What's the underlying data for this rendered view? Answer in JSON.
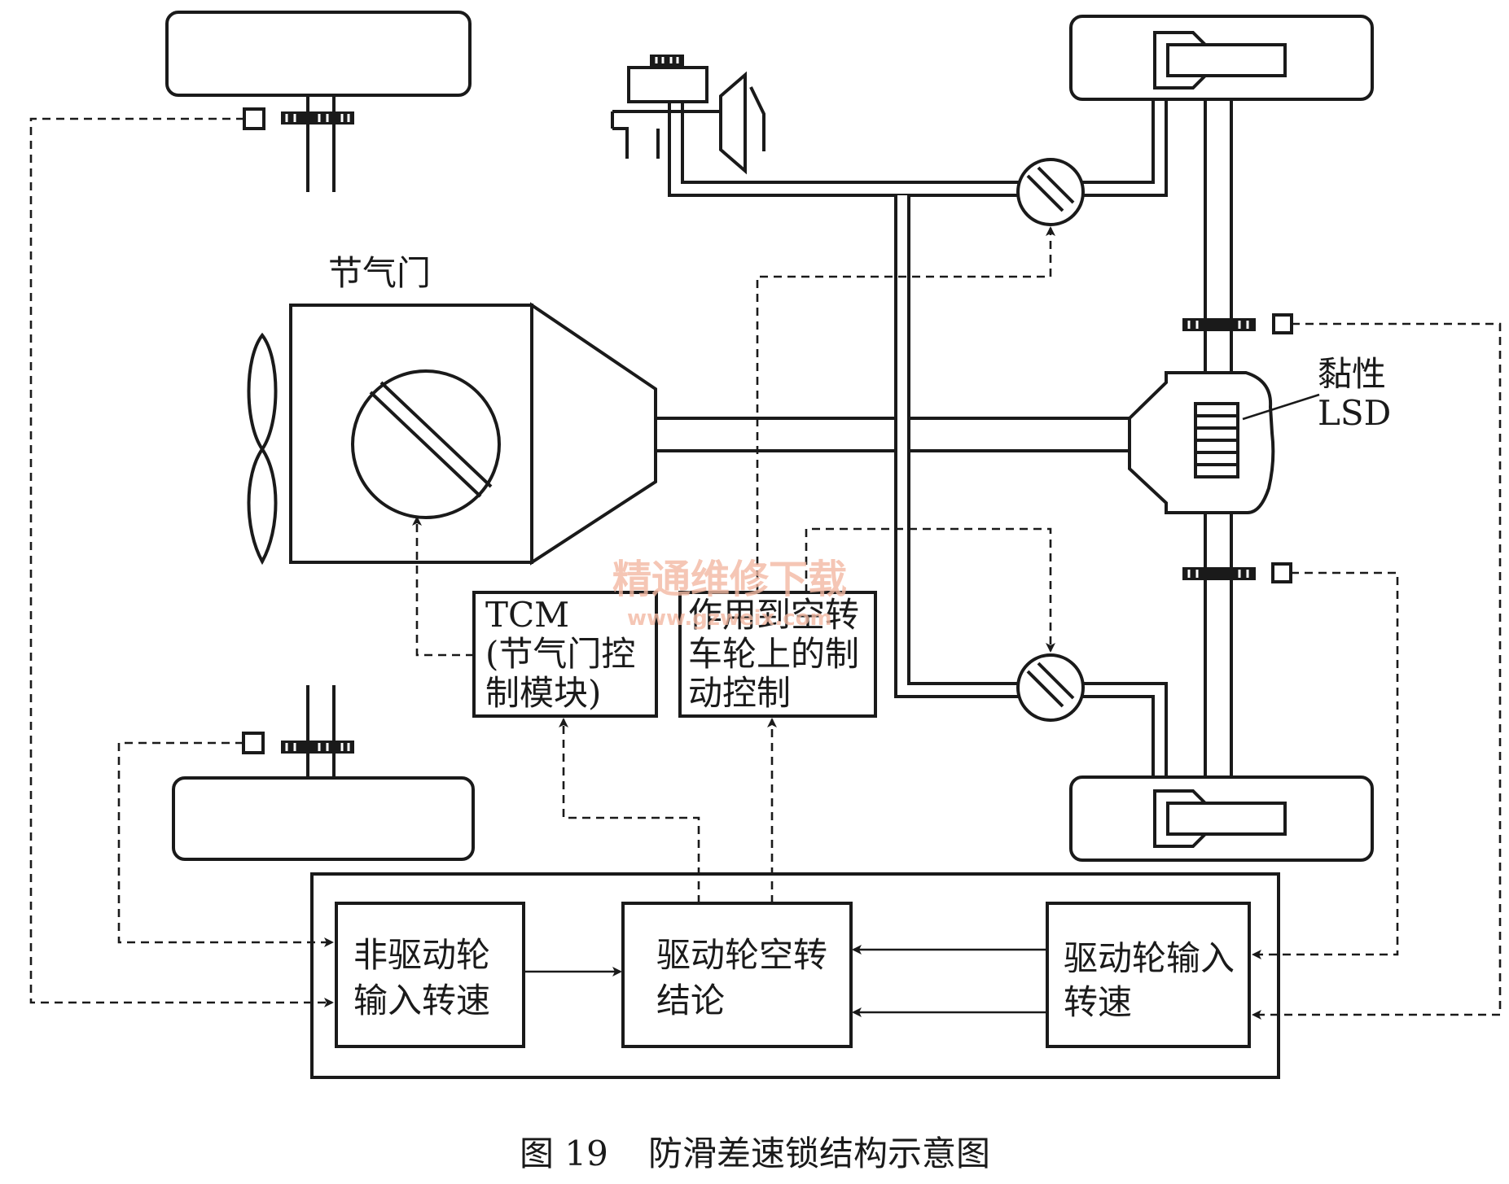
{
  "labels": {
    "throttle": "节气门",
    "lsd_line1": "黏性",
    "lsd_line2": "LSD"
  },
  "tcm_box": {
    "line1": "TCM",
    "line2": "(节气门控",
    "line3": "制模块)"
  },
  "brake_box": {
    "line1": "作用到空转",
    "line2": "车轮上的制",
    "line3": "动控制"
  },
  "ecu_blocks": {
    "non_drive": {
      "line1": "非驱动轮",
      "line2": "输入转速"
    },
    "slip": {
      "line1": "驱动轮空转",
      "line2": "结论"
    },
    "drive": {
      "line1": "驱动轮输入",
      "line2": "转速"
    }
  },
  "watermark": {
    "line1": "精通维修下载",
    "line2": "www.gzweix.com"
  },
  "caption": {
    "figure": "图 19",
    "title": "防滑差速锁结构示意图"
  },
  "colors": {
    "ink": "#1a1a1a",
    "watermark": "#f3b9a3",
    "background": "#ffffff"
  }
}
